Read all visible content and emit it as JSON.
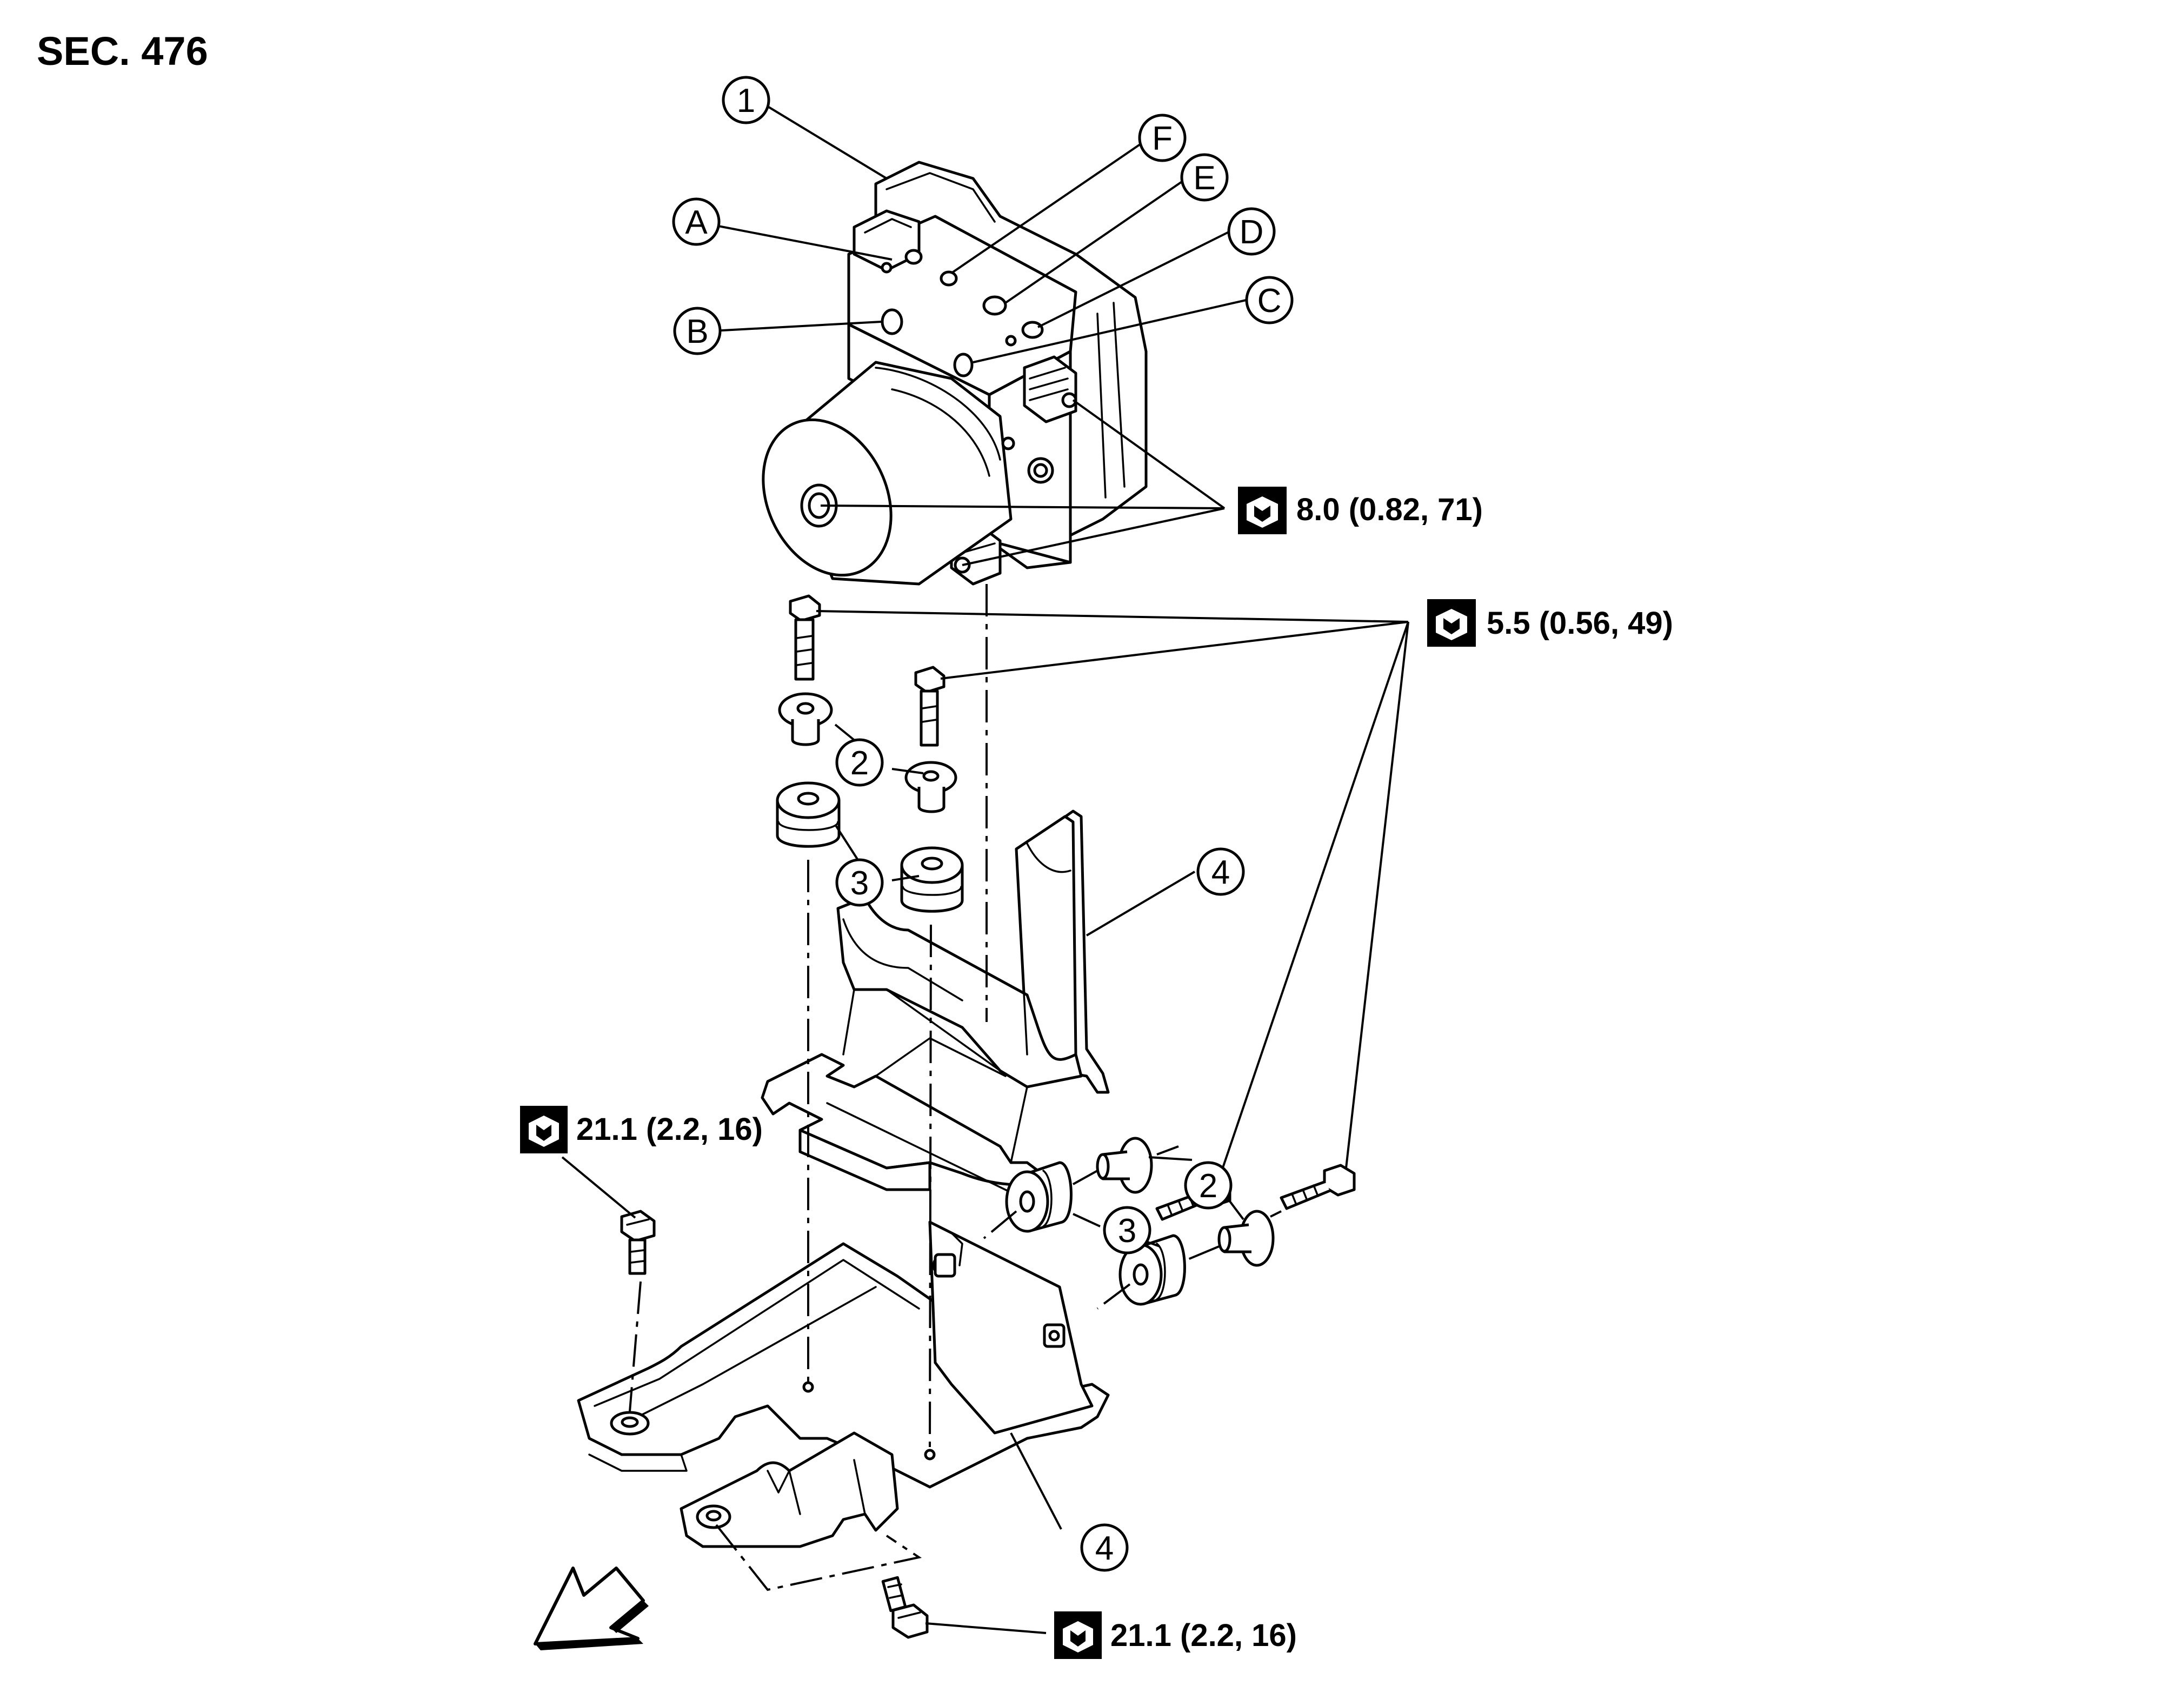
{
  "section_title": "SEC. 476",
  "callouts": {
    "abs_actuator": "1",
    "washer": "2",
    "bushing": "3",
    "bracket": "4",
    "port_a": "A",
    "port_b": "B",
    "port_c": "C",
    "port_d": "D",
    "port_e": "E",
    "port_f": "F"
  },
  "torque_specs": {
    "actuator_nuts": "8.0 (0.82, 71)",
    "bracket_bolts": "5.5 (0.56, 49)",
    "mount_bolt_left": "21.1 (2.2, 16)",
    "mount_bolt_bottom": "21.1 (2.2, 16)"
  },
  "icons": {
    "torque_symbol": "tightening-torque-icon",
    "front_arrow": "front-direction-arrow-icon"
  },
  "colors": {
    "line": "#000000",
    "background": "#ffffff"
  }
}
